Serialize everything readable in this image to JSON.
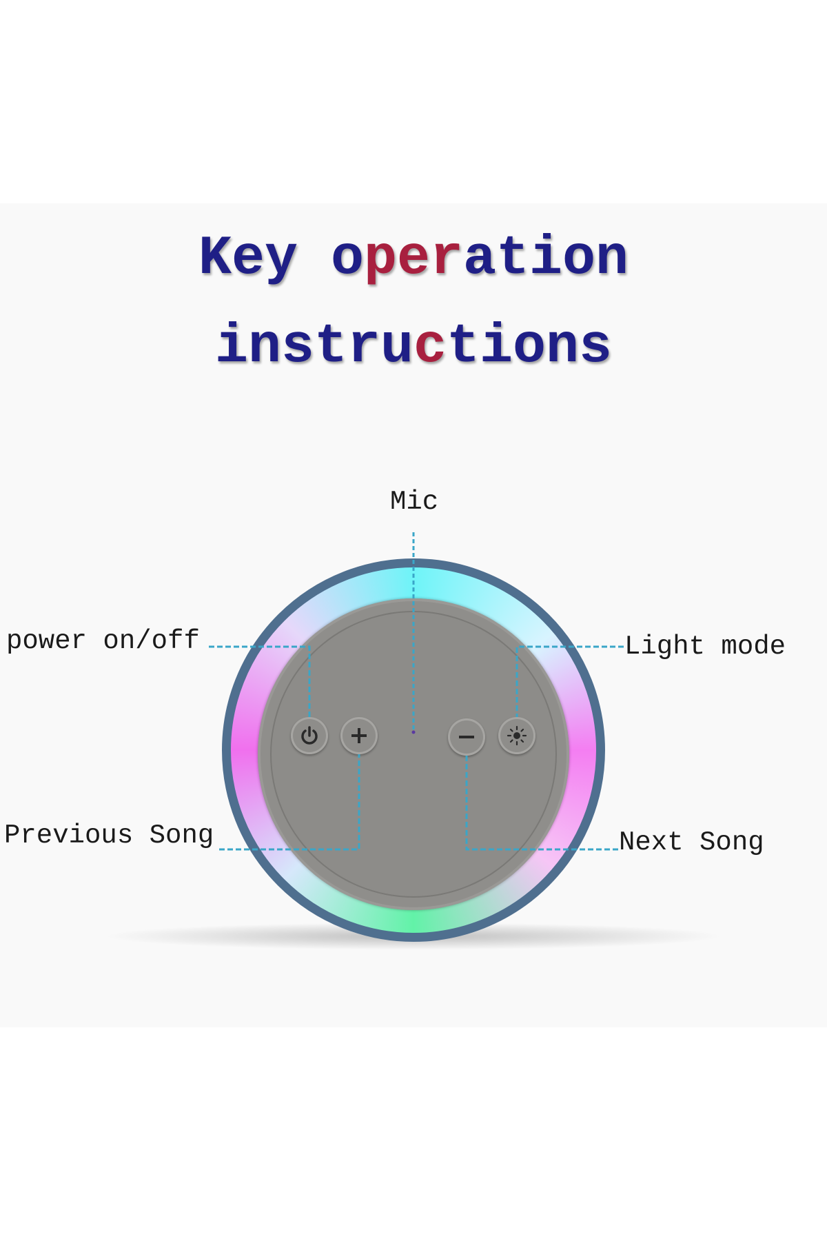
{
  "title": {
    "line1_parts": [
      "Key o",
      "per",
      "ation"
    ],
    "line2_parts": [
      "instru",
      "c",
      "tions"
    ]
  },
  "labels": {
    "mic": "Mic",
    "power": "power on/off",
    "light_mode": "Light mode",
    "previous_song": "Previous Song",
    "next_song": "Next Song"
  },
  "buttons": {
    "power_icon": "power-icon",
    "plus_icon": "plus-icon",
    "minus_icon": "minus-icon",
    "light_icon": "sun-icon"
  },
  "colors": {
    "title": "#1f1f86",
    "title_accent": "#a8203f",
    "callout_line": "#3aa6c8",
    "ring_border": "#4f6f8f",
    "device_body": "#8f8e8b"
  }
}
